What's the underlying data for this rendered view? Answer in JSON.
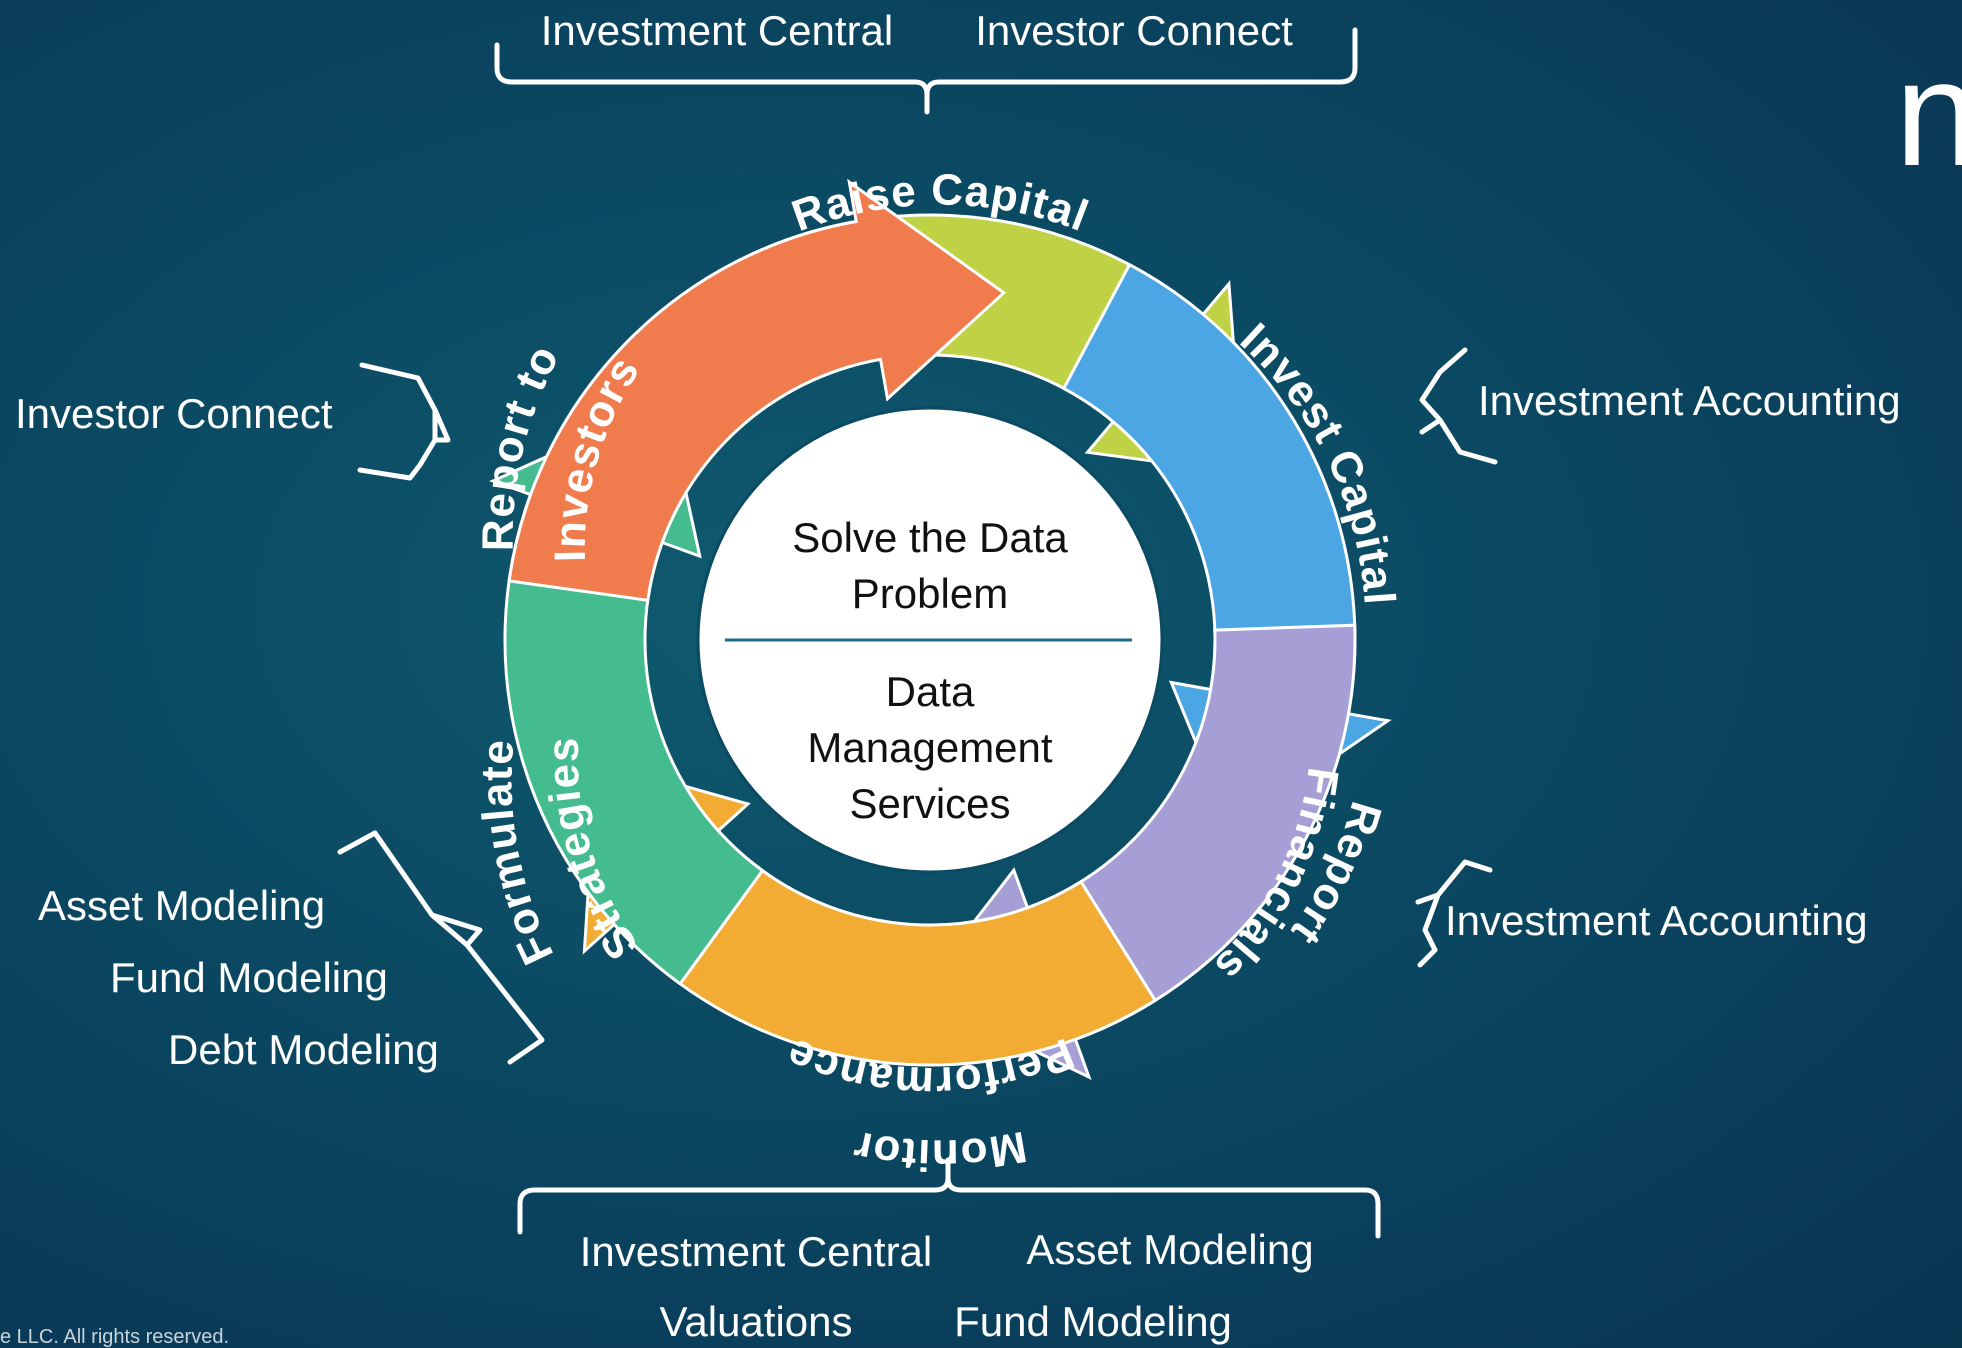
{
  "cycle": {
    "segments": [
      {
        "label": "Raise Capital",
        "color": "#bfd145"
      },
      {
        "label": "Invest Capital",
        "color": "#4ba6e3"
      },
      {
        "label": "Report Financials",
        "color": "#a69fd6"
      },
      {
        "label": "Monitor Performance",
        "color": "#f2ac33"
      },
      {
        "label": "Formulate Strategies",
        "color": "#45bc90"
      },
      {
        "label": "Report to Investors",
        "color": "#f07b4c"
      }
    ],
    "segment_lines": {
      "raise": [
        "Raise Capital"
      ],
      "invest": [
        "Invest Capital"
      ],
      "report_fin": [
        "Report",
        "Financials"
      ],
      "monitor": [
        "Monitor",
        "Performance"
      ],
      "formulate": [
        "Formulate",
        "Strategies"
      ],
      "report_inv": [
        "Report to",
        "Investors"
      ]
    }
  },
  "center": {
    "top_line1": "Solve the Data",
    "top_line2": "Problem",
    "bottom_line1": "Data",
    "bottom_line2": "Management",
    "bottom_line3": "Services"
  },
  "labels": {
    "top_left": "Investment Central",
    "top_right": "Investor Connect",
    "right_upper": "Investment Accounting",
    "right_lower": "Investment Accounting",
    "left_upper": "Investor Connect",
    "left_lower": [
      "Asset Modeling",
      "Fund Modeling",
      "Debt Modeling"
    ],
    "bottom": [
      "Investment Central",
      "Asset Modeling",
      "Valuations",
      "Fund Modeling"
    ]
  },
  "copyright": "e LLC. All rights reserved.",
  "logo_partial": "n"
}
